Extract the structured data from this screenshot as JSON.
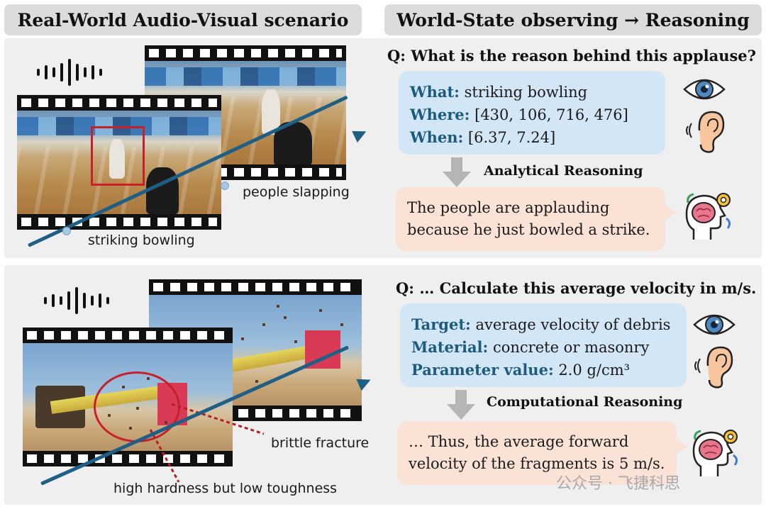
{
  "headers": {
    "left": "Real-World Audio-Visual scenario",
    "right": "World-State observing → Reasoning"
  },
  "top_panel": {
    "caption_main": "striking bowling",
    "caption_secondary": "people slapping",
    "question": "Q: What is the reason behind this applause?",
    "info": {
      "what_key": "What:",
      "what_value": " striking bowling",
      "where_key": "Where:",
      "where_value": " [430, 106, 716, 476]",
      "when_key": "When:",
      "when_value": " [6.37, 7.24]"
    },
    "reasoning_label": "Analytical Reasoning",
    "answer_line1": "The people are applauding",
    "answer_line2": "because he just bowled a strike."
  },
  "bottom_panel": {
    "caption_fracture": "brittle fracture",
    "caption_hardness": "high hardness but low toughness",
    "question": "Q: … Calculate this average velocity in m/s.",
    "info": {
      "target_key": "Target:",
      "target_value": " average velocity of debris",
      "material_key": "Material:",
      "material_value": " concrete or masonry",
      "param_key": "Parameter value:",
      "param_value": " 2.0 g/cm³"
    },
    "reasoning_label": "Computational Reasoning",
    "answer_line1": "… Thus, the average forward",
    "answer_line2": "velocity of the fragments is 5 m/s."
  },
  "watermark": "公众号 · 飞捷科思",
  "colors": {
    "key_text": "#1c5b7d",
    "info_box": "#d3e6f6",
    "answer_box": "#fbe2d6",
    "timeline": "#1f5f86",
    "highlight_red": "#c8202a"
  }
}
